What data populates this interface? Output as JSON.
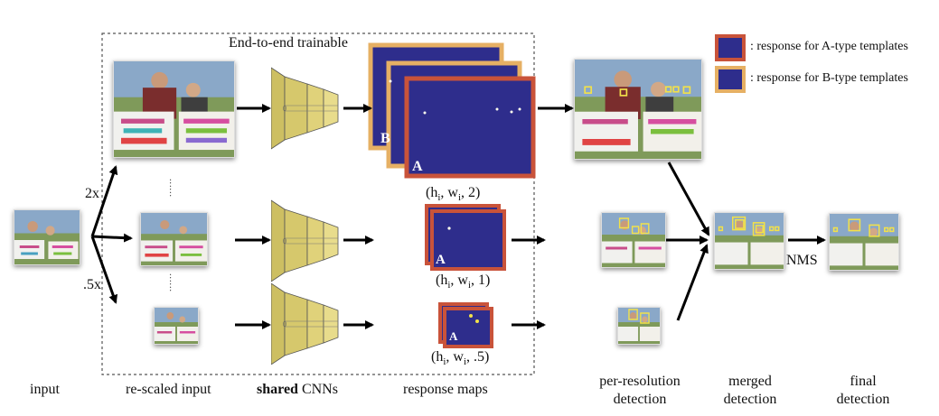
{
  "title": "End-to-end trainable",
  "legend": [
    {
      "text": ": response for A-type templates",
      "border_color": "#c9533a"
    },
    {
      "text": ": response for B-type templates",
      "border_color": "#e6b064"
    }
  ],
  "colors": {
    "map_fill": "#2e2d8c",
    "a_border": "#c9533a",
    "b_border": "#e6b064",
    "cnn": "#d6c86c",
    "box": "#f2e14a"
  },
  "scale_labels": {
    "up": "2x",
    "down": ".5x",
    "ellipsis": "......"
  },
  "map_letters": {
    "a": "A",
    "b": "B"
  },
  "dims": [
    {
      "pre": "(h",
      "sub1": "i",
      "mid": ", w",
      "sub2": "i",
      "post": ", 2)"
    },
    {
      "pre": "(h",
      "sub1": "i",
      "mid": ", w",
      "sub2": "i",
      "post": ", 1)"
    },
    {
      "pre": "(h",
      "sub1": "i",
      "mid": ", w",
      "sub2": "i",
      "post": ", .5)"
    }
  ],
  "nms": "NMS",
  "columns": {
    "input": "input",
    "rescaled": "re-scaled input",
    "cnn_bold": "shared",
    "cnn_rest": " CNNs",
    "response": "response maps",
    "per_res_1": "per-resolution",
    "per_res_2": "detection",
    "merged_1": "merged",
    "merged_2": "detection",
    "final_1": "final",
    "final_2": "detection"
  }
}
